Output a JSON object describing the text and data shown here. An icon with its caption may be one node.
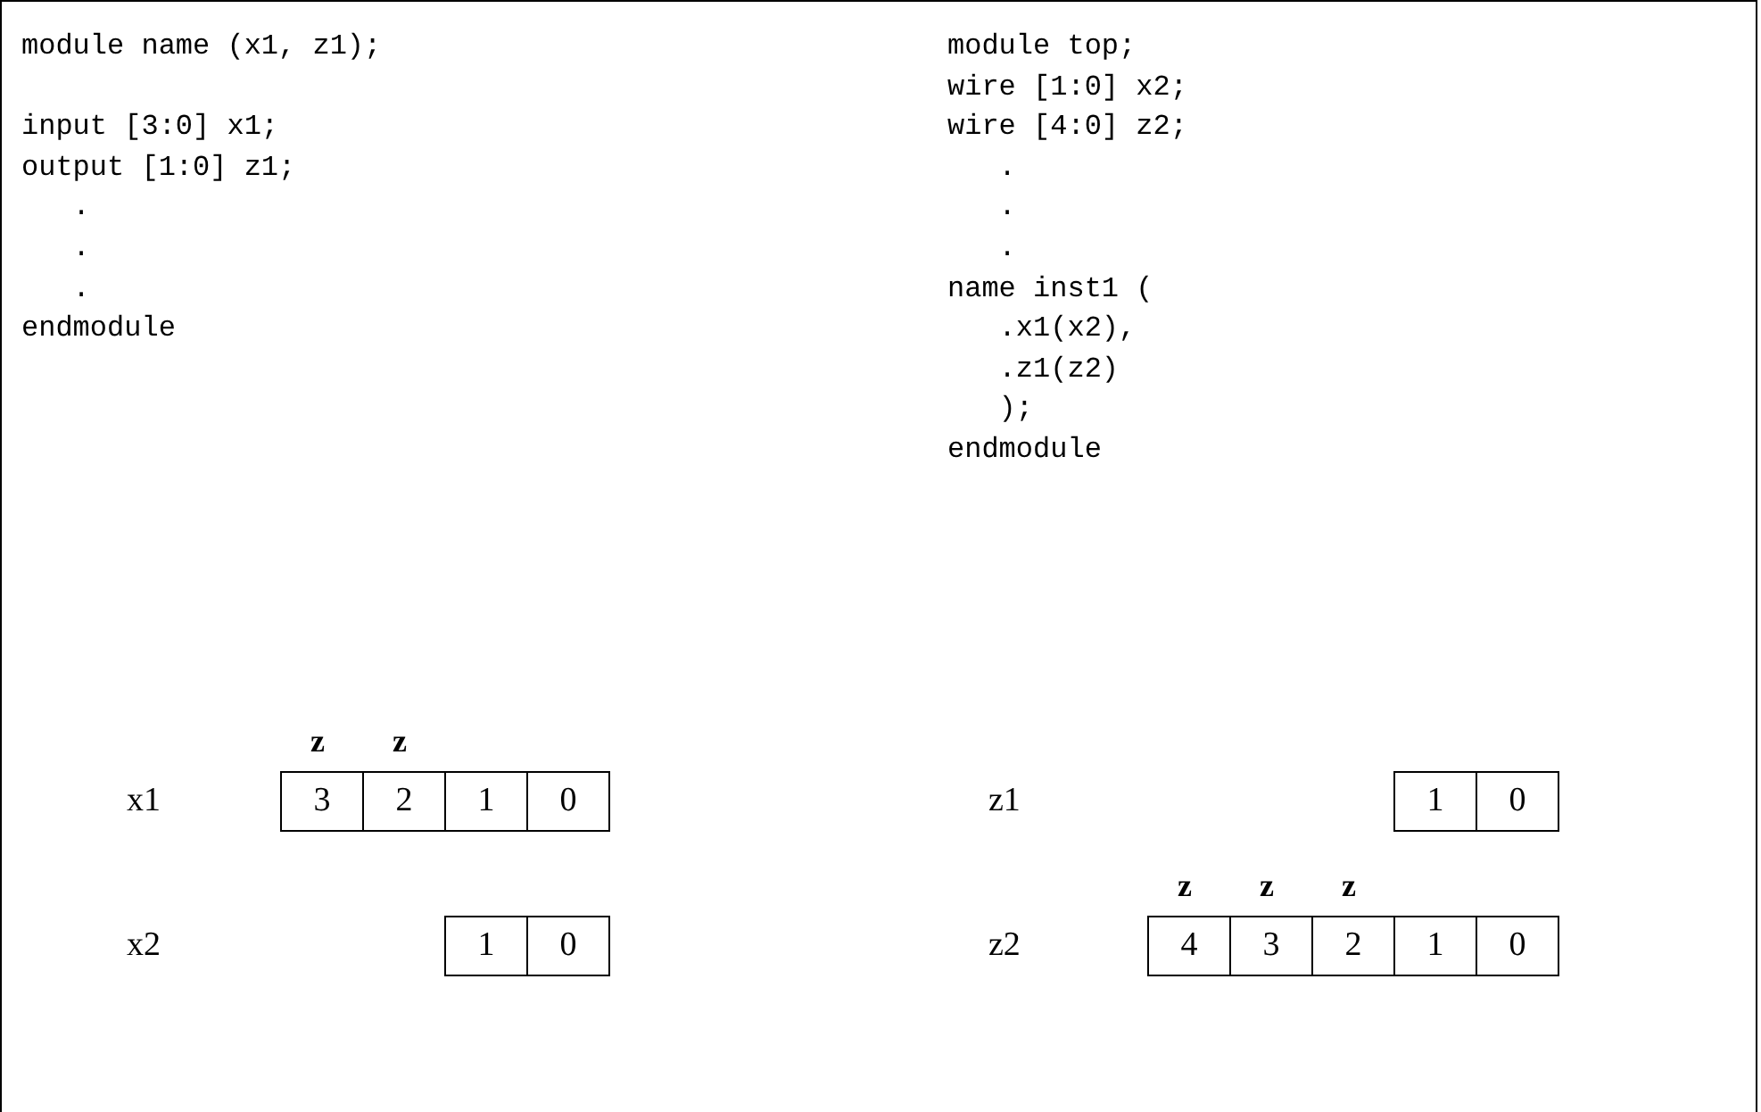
{
  "diagram": {
    "nodes": [
      {
        "text": [
          "3"
        ],
        "beside": [
          "z"
        ]
      },
      {
        "text": [
          "2"
        ],
        "beside": [
          "z"
        ]
      },
      {
        "text": [
          "1"
        ]
      },
      {
        "text": [
          "0"
        ]
      },
      {
        "text": [
          "1"
        ]
      },
      {
        "text": [
          "0"
        ]
      },
      {
        "text": [
          "1"
        ]
      },
      {
        "text": [
          "0"
        ]
      },
      {
        "text": [
          "4"
        ],
        "beside": [
          "z"
        ]
      },
      {
        "text": [
          "3"
        ],
        "beside": [
          "z"
        ]
      },
      {
        "text": [
          "2"
        ],
        "beside": [
          "z"
        ]
      },
      {
        "text": [
          "1"
        ]
      },
      {
        "text": [
          "0"
        ]
      }
    ],
    "labels": [
      "module name (x1, z1);",
      "input [3:0] x1;",
      "output [1:0] z1;",
      "   .",
      "   .",
      "   .",
      "endmodule",
      "module top;",
      "wire [1:0] x2;",
      "wire [4:0] z2;",
      "   .",
      "   .",
      "   .",
      "name inst1 (",
      "   .x1(x2),",
      "   .z1(z2)",
      "   );",
      "endmodule",
      "x1",
      "z1",
      "x2",
      "z2"
    ]
  }
}
